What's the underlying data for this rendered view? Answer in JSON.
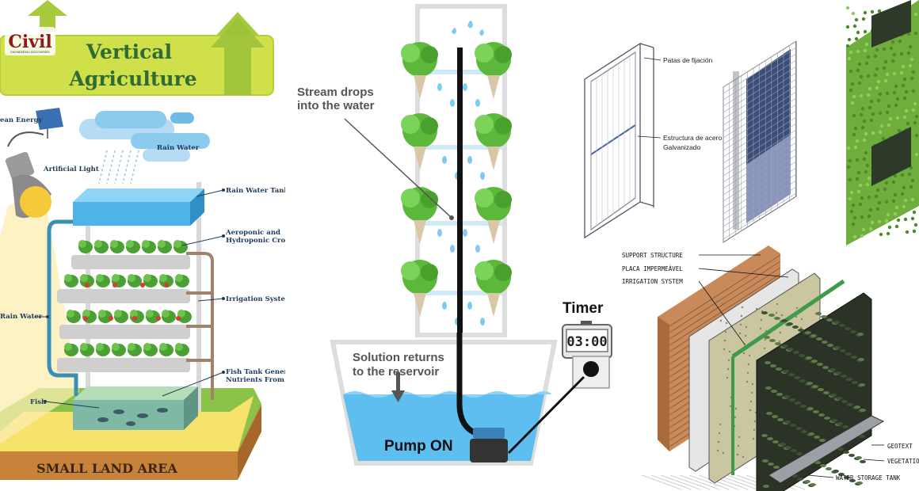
{
  "panel_vertical_agriculture": {
    "logo_text": "Civil",
    "logo_subtext": "ENGINEERING DISCOVERIES",
    "title_line1": "Vertical",
    "title_line2": "Agriculture",
    "labels": {
      "clean_energy": "ean Energy",
      "rain_water_cloud": "Rain Water",
      "artificial_light": "Artificial Light",
      "rain_water_tank": "Rain Water Tank",
      "crops_line1": "Aeroponic and",
      "crops_line2": "Hydroponic Crops",
      "irrigation_system": "Irrigation System",
      "rain_water_pipe": "Rain Water",
      "fish_tank_line1": "Fish Tank Generates",
      "fish_tank_line2": "Nutrients From Waste",
      "fish": "Fish",
      "small_land_area": "SMALL LAND AREA"
    }
  },
  "panel_tower": {
    "stream_line1": "Stream drops",
    "stream_line2": "into the water",
    "solution_line1": "Solution returns",
    "solution_line2": "to the reservoir",
    "pump": "Pump ON",
    "timer_label": "Timer",
    "timer_display": "03:00"
  },
  "panel_frames": {
    "patas": "Patas de fijación",
    "estructura_line1": "Estructura de acero",
    "estructura_line2": "Galvanizado"
  },
  "panel_green_wall": {
    "support_structure": "SUPPORT STRUCTURE",
    "placa": "PLACA IMPERMEÁVEL",
    "irrigation": "IRRIGATION SYSTEM",
    "geotext": "GEOTEXT",
    "vegetation": "VEGETATIO",
    "water_storage": "WATER STORAGE TANK"
  },
  "colors": {
    "banner_green": "#cfe04a",
    "title_green": "#2f6b34",
    "water_blue": "#4fb3e8",
    "leaf_green": "#5cb83a",
    "ground_brown": "#c8833a",
    "pipe_black": "#111111"
  },
  "icons": [
    "solar-panel-icon",
    "lamp-icon",
    "cloud-icon",
    "fish-icon",
    "leaf-icon",
    "timer-icon",
    "pump-icon"
  ]
}
